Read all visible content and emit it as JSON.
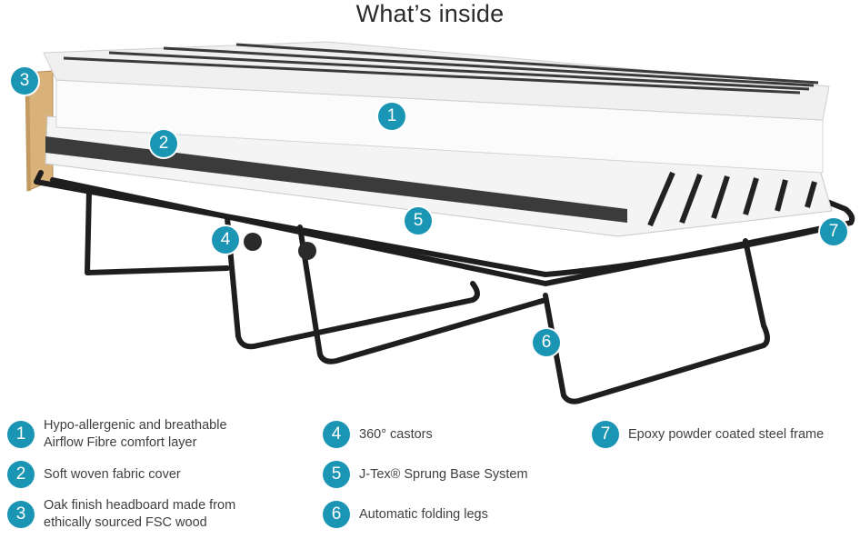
{
  "title": "What’s inside",
  "accent_color": "#1a95b3",
  "features": [
    {
      "number": "1",
      "text": "Hypo-allergenic and breathable\nAirflow Fibre comfort layer"
    },
    {
      "number": "2",
      "text": "Soft woven fabric cover"
    },
    {
      "number": "3",
      "text": "Oak finish headboard made from\nethically sourced FSC wood"
    },
    {
      "number": "4",
      "text": "360° castors"
    },
    {
      "number": "5",
      "text": "J-Tex® Sprung Base System"
    },
    {
      "number": "6",
      "text": "Automatic folding legs"
    },
    {
      "number": "7",
      "text": "Epoxy powder coated steel frame"
    }
  ]
}
